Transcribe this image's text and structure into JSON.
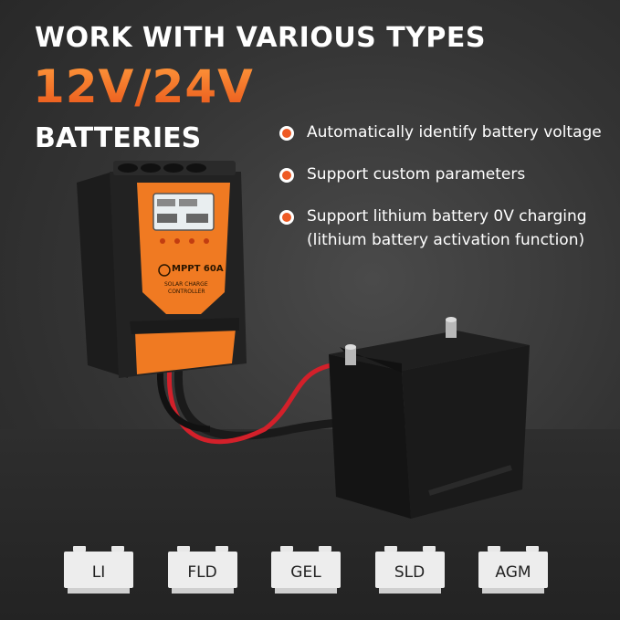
{
  "headline": {
    "line1": "WORK WITH VARIOUS TYPES",
    "line2": "12V/24V",
    "line3": "BATTERIES"
  },
  "features": [
    {
      "lines": [
        "Automatically identify battery voltage"
      ]
    },
    {
      "lines": [
        "Support custom parameters"
      ]
    },
    {
      "lines": [
        "Support lithium battery 0V charging",
        "(lithium battery activation function)"
      ]
    }
  ],
  "controller": {
    "model": "MPPT 60A",
    "subtitle_1": "SOLAR CHARGE",
    "subtitle_2": "CONTROLLER"
  },
  "battery_types": [
    {
      "label": "LI"
    },
    {
      "label": "FLD"
    },
    {
      "label": "GEL"
    },
    {
      "label": "SLD"
    },
    {
      "label": "AGM"
    }
  ],
  "colors": {
    "accent": "#ee5a24",
    "controller_orange": "#f07a22",
    "cable_red": "#d3202a"
  }
}
